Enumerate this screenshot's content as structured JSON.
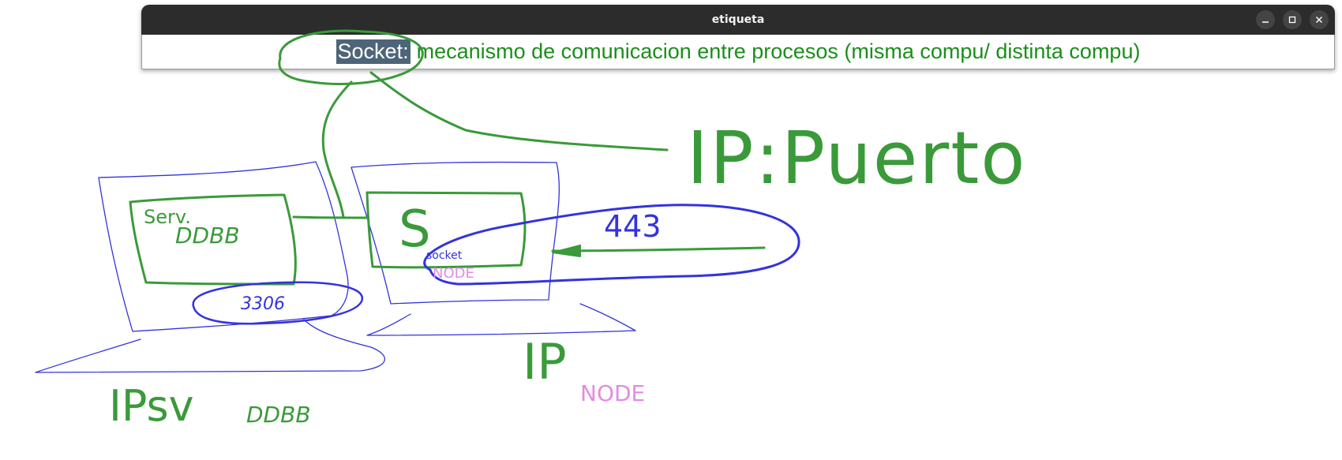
{
  "window": {
    "title": "etiqueta",
    "controls": {
      "minimize_icon": "minimize-icon",
      "maximize_icon": "maximize-icon",
      "close_icon": "close-icon"
    }
  },
  "label": {
    "term": "Socket:",
    "definition": "mecanismo de comunicacion entre procesos (misma compu/ distinta compu)"
  },
  "annotations": {
    "ip_puerto": "IP:Puerto",
    "serv_line1": "Serv.",
    "serv_line2": "DDBB",
    "s_label": "S",
    "port_443": "443",
    "port_3306": "3306",
    "node_small": "NODE",
    "small_scribble": "socket",
    "ip_label": "IP",
    "node_label": "NODE",
    "ip_ddbb_prefix": "IPsv",
    "ip_ddbb_suffix": "DDBB"
  },
  "colors": {
    "green_ink": "#3a9a3a",
    "blue_ink": "#3333dd",
    "pink_ink": "#e48ae4",
    "titlebar": "#2c2c2c",
    "highlight": "#4e6478",
    "definition_text": "#1a8f1a"
  }
}
